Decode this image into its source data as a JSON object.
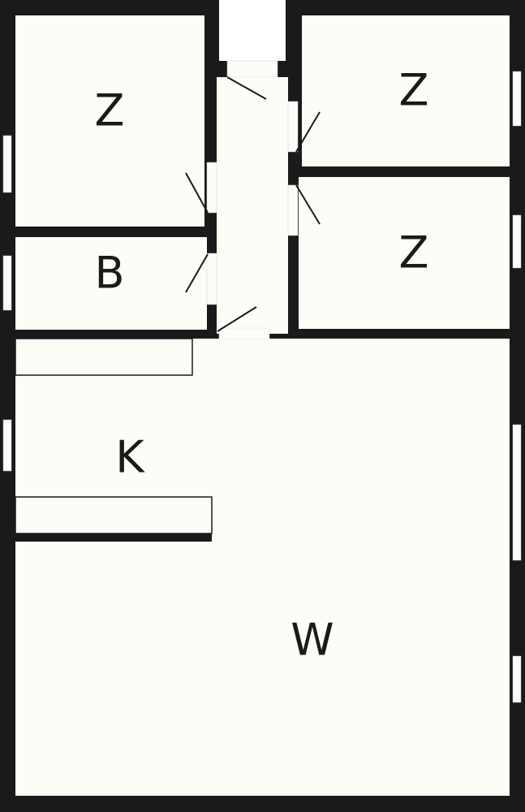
{
  "floor_plan": {
    "rooms": [
      {
        "id": "bedroom-top-left",
        "label": "Z"
      },
      {
        "id": "bedroom-top-right",
        "label": "Z"
      },
      {
        "id": "bathroom",
        "label": "B"
      },
      {
        "id": "bedroom-middle-right",
        "label": "Z"
      },
      {
        "id": "kitchen",
        "label": "K"
      },
      {
        "id": "living-room",
        "label": "W"
      }
    ],
    "colors": {
      "wall": "#1a1a1a",
      "floor": "#fdfdf8",
      "window": "#ffffff"
    }
  }
}
